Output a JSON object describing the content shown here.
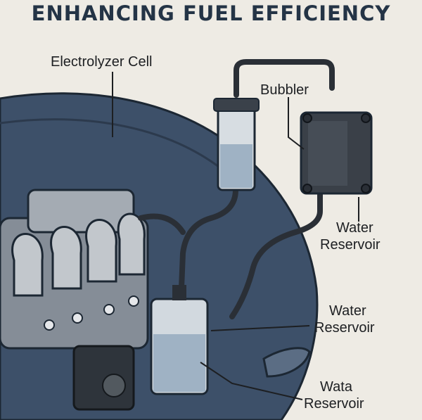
{
  "title": "ENHANCING FUEL EFFICIENCY",
  "labels": {
    "electrolyzer": "Electrolyzer Cell",
    "bubbler": "Bubbler",
    "water_reservoir_1_line1": "Water",
    "water_reservoir_1_line2": "Reservoir",
    "water_reservoir_2_line1": "Water",
    "water_reservoir_2_line2": "Reservoir",
    "water_reservoir_3_line1": "Wata",
    "water_reservoir_3_line2": "Reservoir"
  },
  "colors": {
    "background": "#eeebe4",
    "car_body": "#3d5069",
    "engine": "#8e959e",
    "tube": "#2a2f36",
    "water": "#9fb2c4",
    "title": "#243446"
  }
}
